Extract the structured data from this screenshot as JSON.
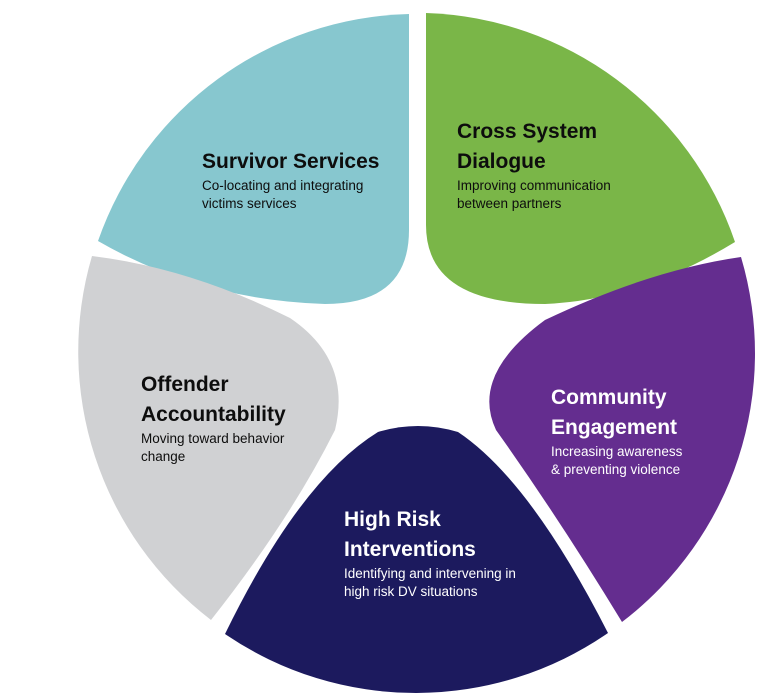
{
  "diagram": {
    "segments": [
      {
        "id": "survivor-services",
        "title": "Survivor Services",
        "description": "Co-locating and integrating\nvictims services",
        "color": "#87C7CF"
      },
      {
        "id": "cross-system-dialogue",
        "title": "Cross System\nDialogue",
        "description": "Improving communication\nbetween partners",
        "color": "#7AB648"
      },
      {
        "id": "community-engagement",
        "title": "Community\nEngagement",
        "description": "Increasing awareness\n& preventing violence",
        "color": "#642D8F"
      },
      {
        "id": "high-risk-interventions",
        "title": "High Risk\nInterventions",
        "description": "Identifying and intervening in\nhigh risk DV situations",
        "color": "#1C1A5E"
      },
      {
        "id": "offender-accountability",
        "title": "Offender\nAccountability",
        "description": "Moving toward behavior\nchange",
        "color": "#D0D1D3"
      }
    ]
  }
}
